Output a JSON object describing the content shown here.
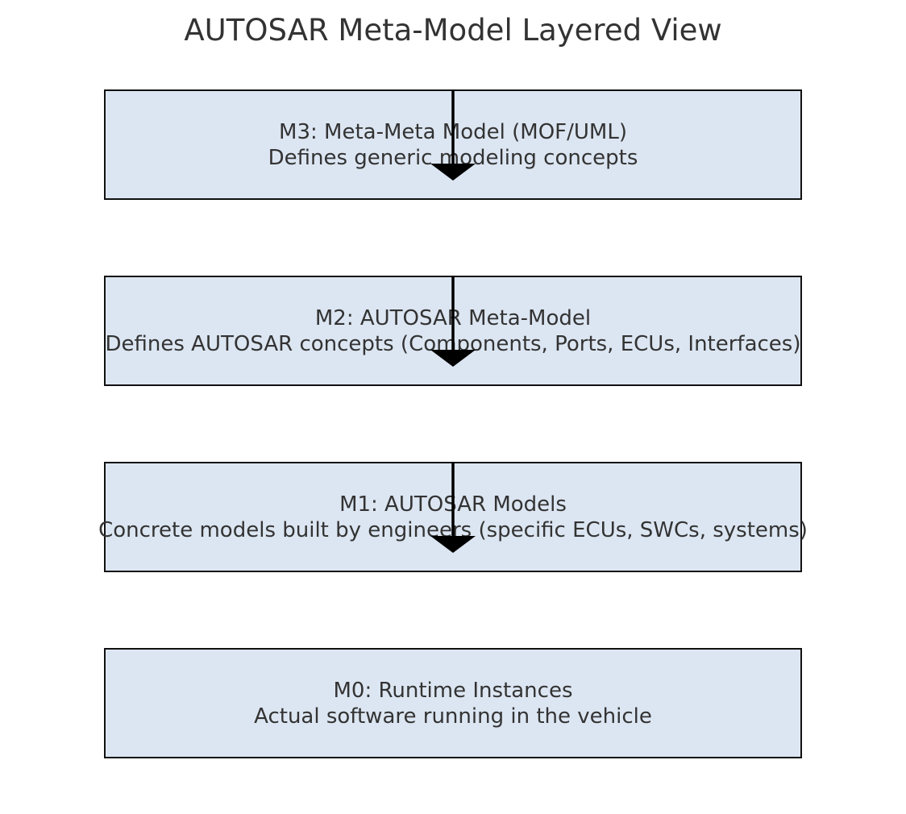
{
  "title": "AUTOSAR Meta-Model Layered View",
  "colors": {
    "box_fill": "#dce6f2",
    "box_border": "#111111",
    "text": "#333333",
    "arrow": "#000000"
  },
  "layers": [
    {
      "name": "M3: Meta-Meta Model (MOF/UML)",
      "description": "Defines generic modeling concepts"
    },
    {
      "name": "M2: AUTOSAR Meta-Model",
      "description": "Defines AUTOSAR concepts (Components, Ports, ECUs, Interfaces)"
    },
    {
      "name": "M1: AUTOSAR Models",
      "description": "Concrete models built by engineers (specific ECUs, SWCs, systems)"
    },
    {
      "name": "M0: Runtime Instances",
      "description": "Actual software running in the vehicle"
    }
  ]
}
